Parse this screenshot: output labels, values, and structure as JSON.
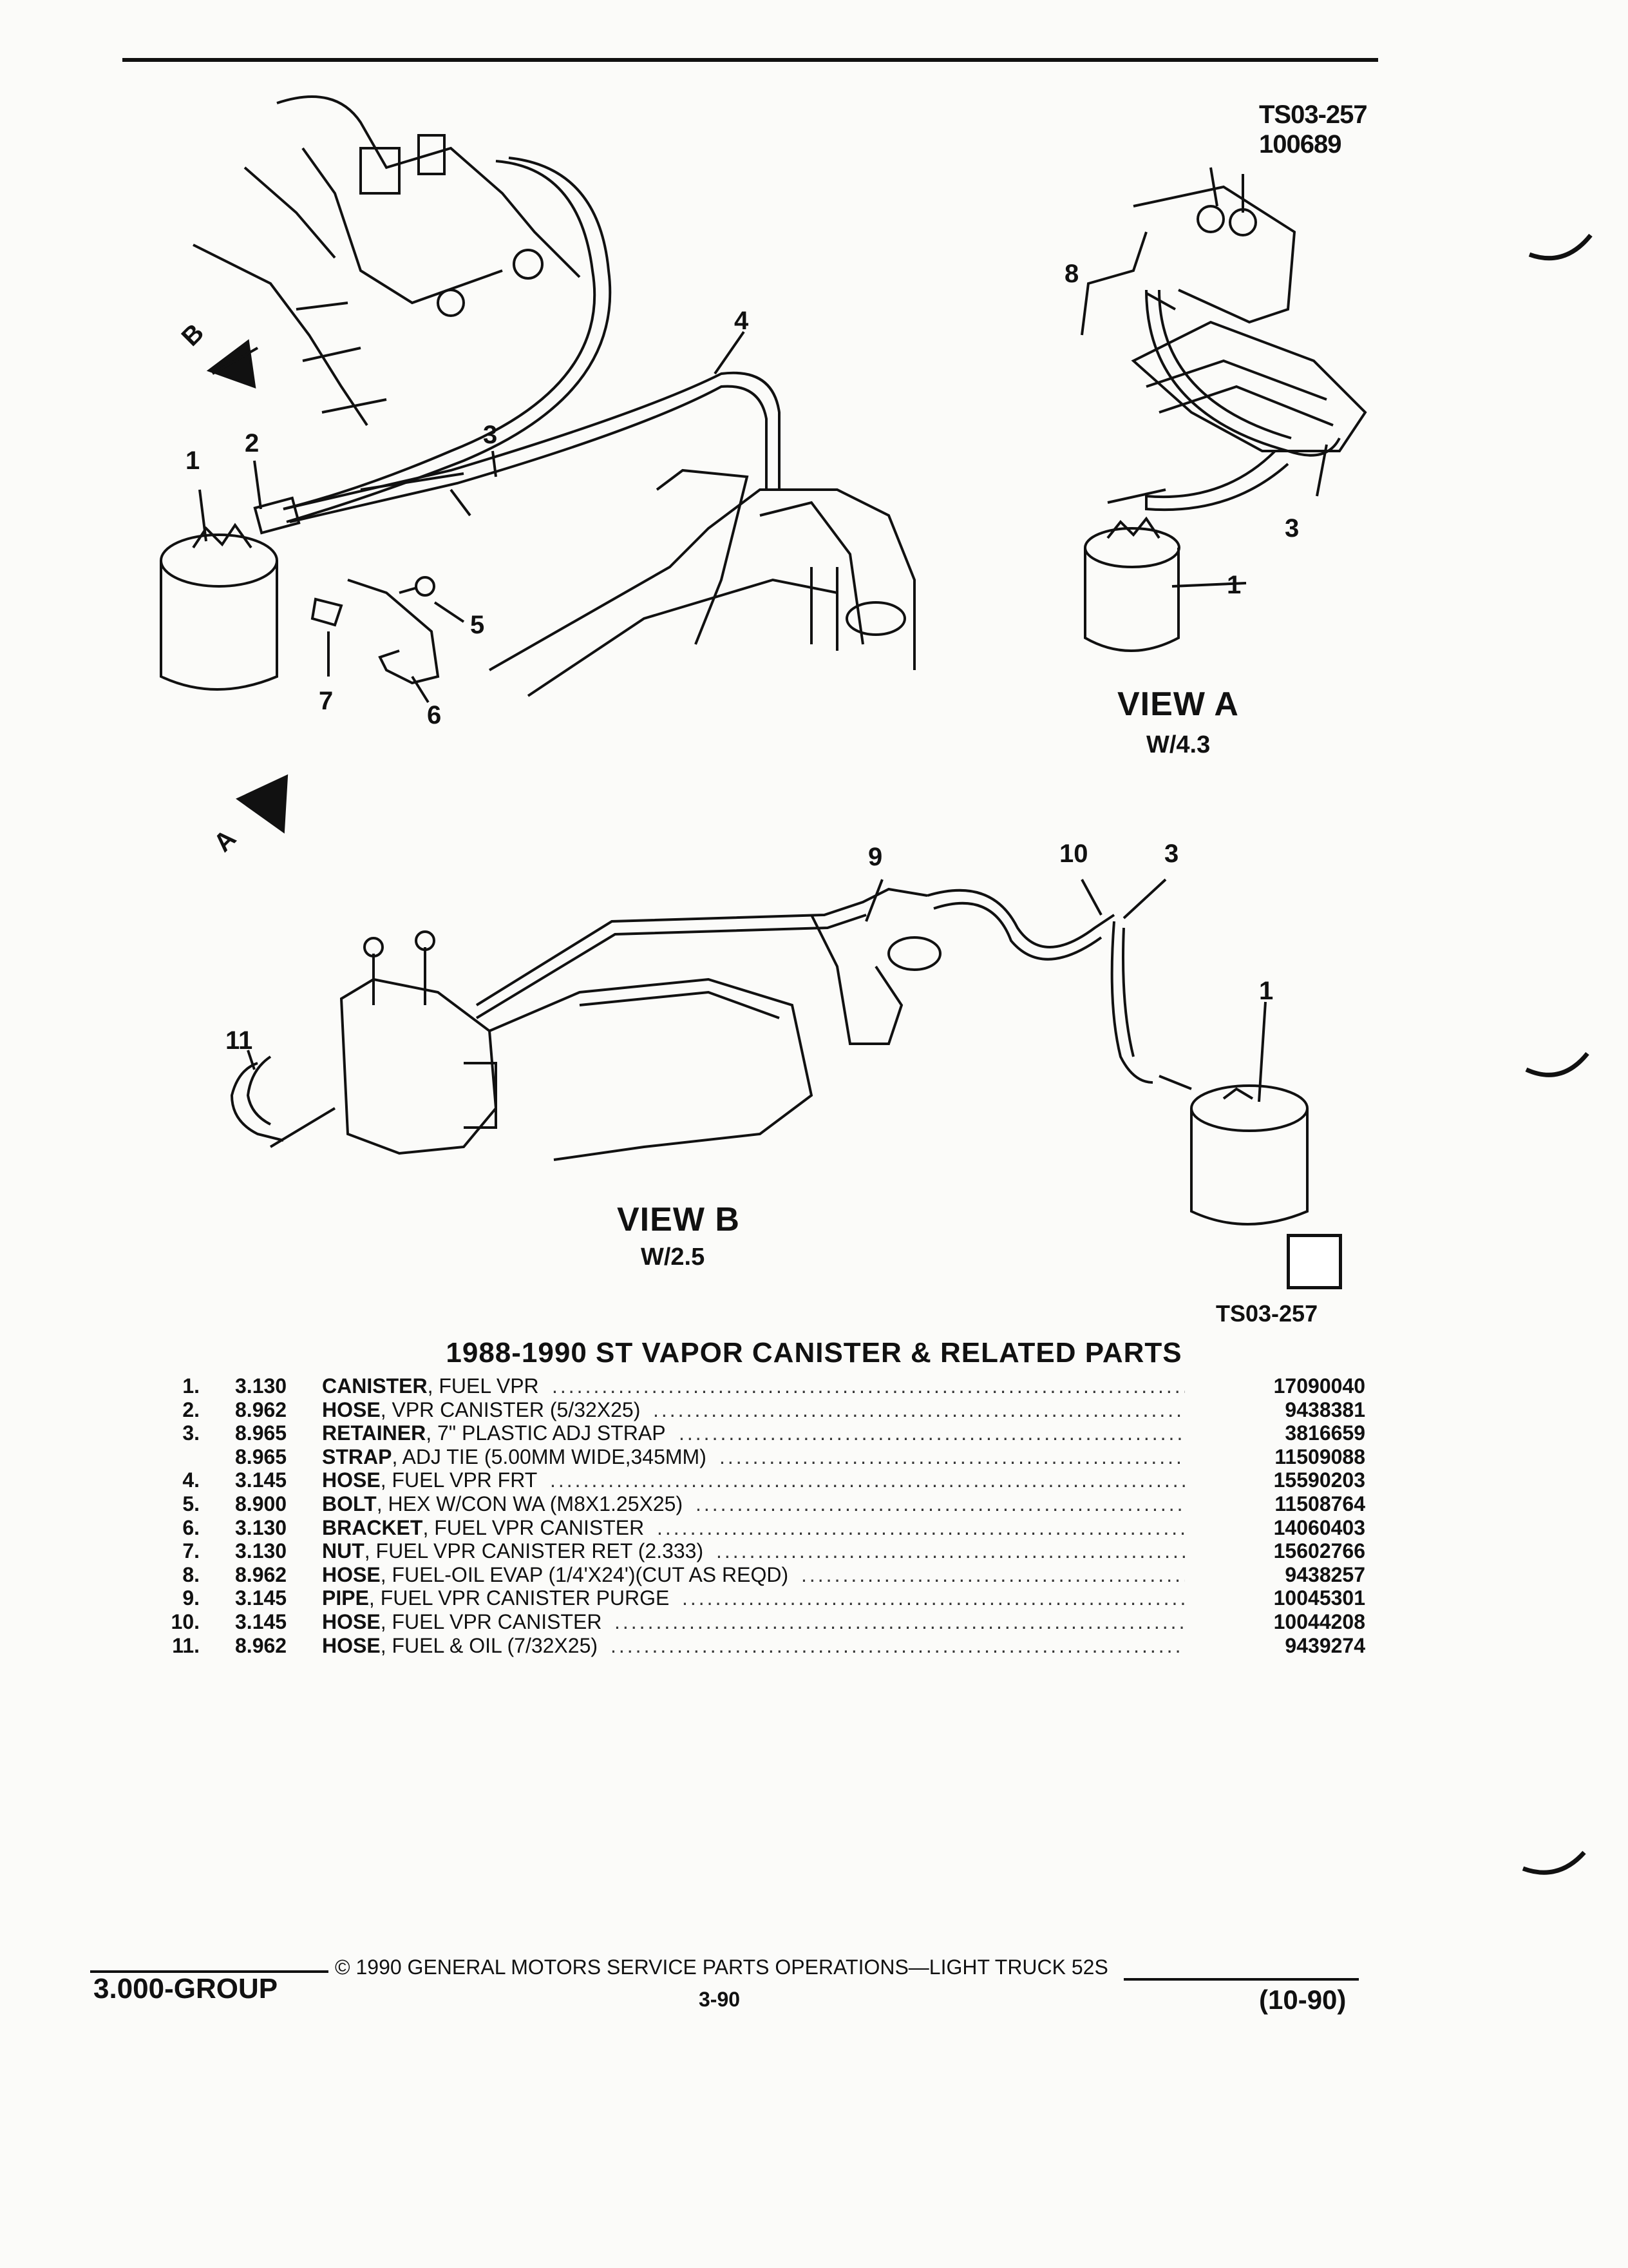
{
  "header": {
    "ref_line1": "TS03-257",
    "ref_line2": "100689"
  },
  "diagram": {
    "callouts_main": [
      "1",
      "2",
      "3",
      "4",
      "5",
      "6",
      "7"
    ],
    "callouts_view_a": [
      "8",
      "3",
      "1"
    ],
    "callouts_view_b": [
      "9",
      "10",
      "3",
      "1",
      "11"
    ],
    "view_a_label": "VIEW A",
    "view_a_sub": "W/4.3",
    "view_b_label": "VIEW B",
    "view_b_sub": "W/2.5",
    "arrow_a": "A",
    "arrow_b": "B",
    "ts_bottom": "TS03-257"
  },
  "parts_title": "1988-1990 ST VAPOR CANISTER & RELATED PARTS",
  "parts": [
    {
      "num": "1.",
      "code": "3.130",
      "name": "CANISTER",
      "desc": ", FUEL VPR",
      "pn": "17090040"
    },
    {
      "num": "2.",
      "code": "8.962",
      "name": "HOSE",
      "desc": ", VPR CANISTER (5/32X25)",
      "pn": "9438381"
    },
    {
      "num": "3.",
      "code": "8.965",
      "name": "RETAINER",
      "desc": ", 7\" PLASTIC ADJ STRAP",
      "pn": "3816659"
    },
    {
      "num": "",
      "code": "8.965",
      "name": "STRAP",
      "desc": ", ADJ TIE (5.00MM WIDE,345MM)",
      "pn": "11509088"
    },
    {
      "num": "4.",
      "code": "3.145",
      "name": "HOSE",
      "desc": ", FUEL VPR FRT",
      "pn": "15590203"
    },
    {
      "num": "5.",
      "code": "8.900",
      "name": "BOLT",
      "desc": ", HEX W/CON WA (M8X1.25X25)",
      "pn": "11508764"
    },
    {
      "num": "6.",
      "code": "3.130",
      "name": "BRACKET",
      "desc": ", FUEL VPR CANISTER",
      "pn": "14060403"
    },
    {
      "num": "7.",
      "code": "3.130",
      "name": "NUT",
      "desc": ", FUEL VPR CANISTER RET (2.333)",
      "pn": "15602766"
    },
    {
      "num": "8.",
      "code": "8.962",
      "name": "HOSE",
      "desc": ", FUEL-OIL EVAP (1/4'X24')(CUT AS REQD)",
      "pn": "9438257"
    },
    {
      "num": "9.",
      "code": "3.145",
      "name": "PIPE",
      "desc": ", FUEL VPR CANISTER PURGE",
      "pn": "10045301"
    },
    {
      "num": "10.",
      "code": "3.145",
      "name": "HOSE",
      "desc": ", FUEL VPR CANISTER",
      "pn": "10044208"
    },
    {
      "num": "11.",
      "code": "8.962",
      "name": "HOSE",
      "desc": ", FUEL & OIL (7/32X25)",
      "pn": "9439274"
    }
  ],
  "footer": {
    "group": "3.000-GROUP",
    "copyright": "© 1990 GENERAL MOTORS SERVICE PARTS OPERATIONS—LIGHT TRUCK 52S",
    "page": "3-90",
    "date": "(10-90)"
  }
}
